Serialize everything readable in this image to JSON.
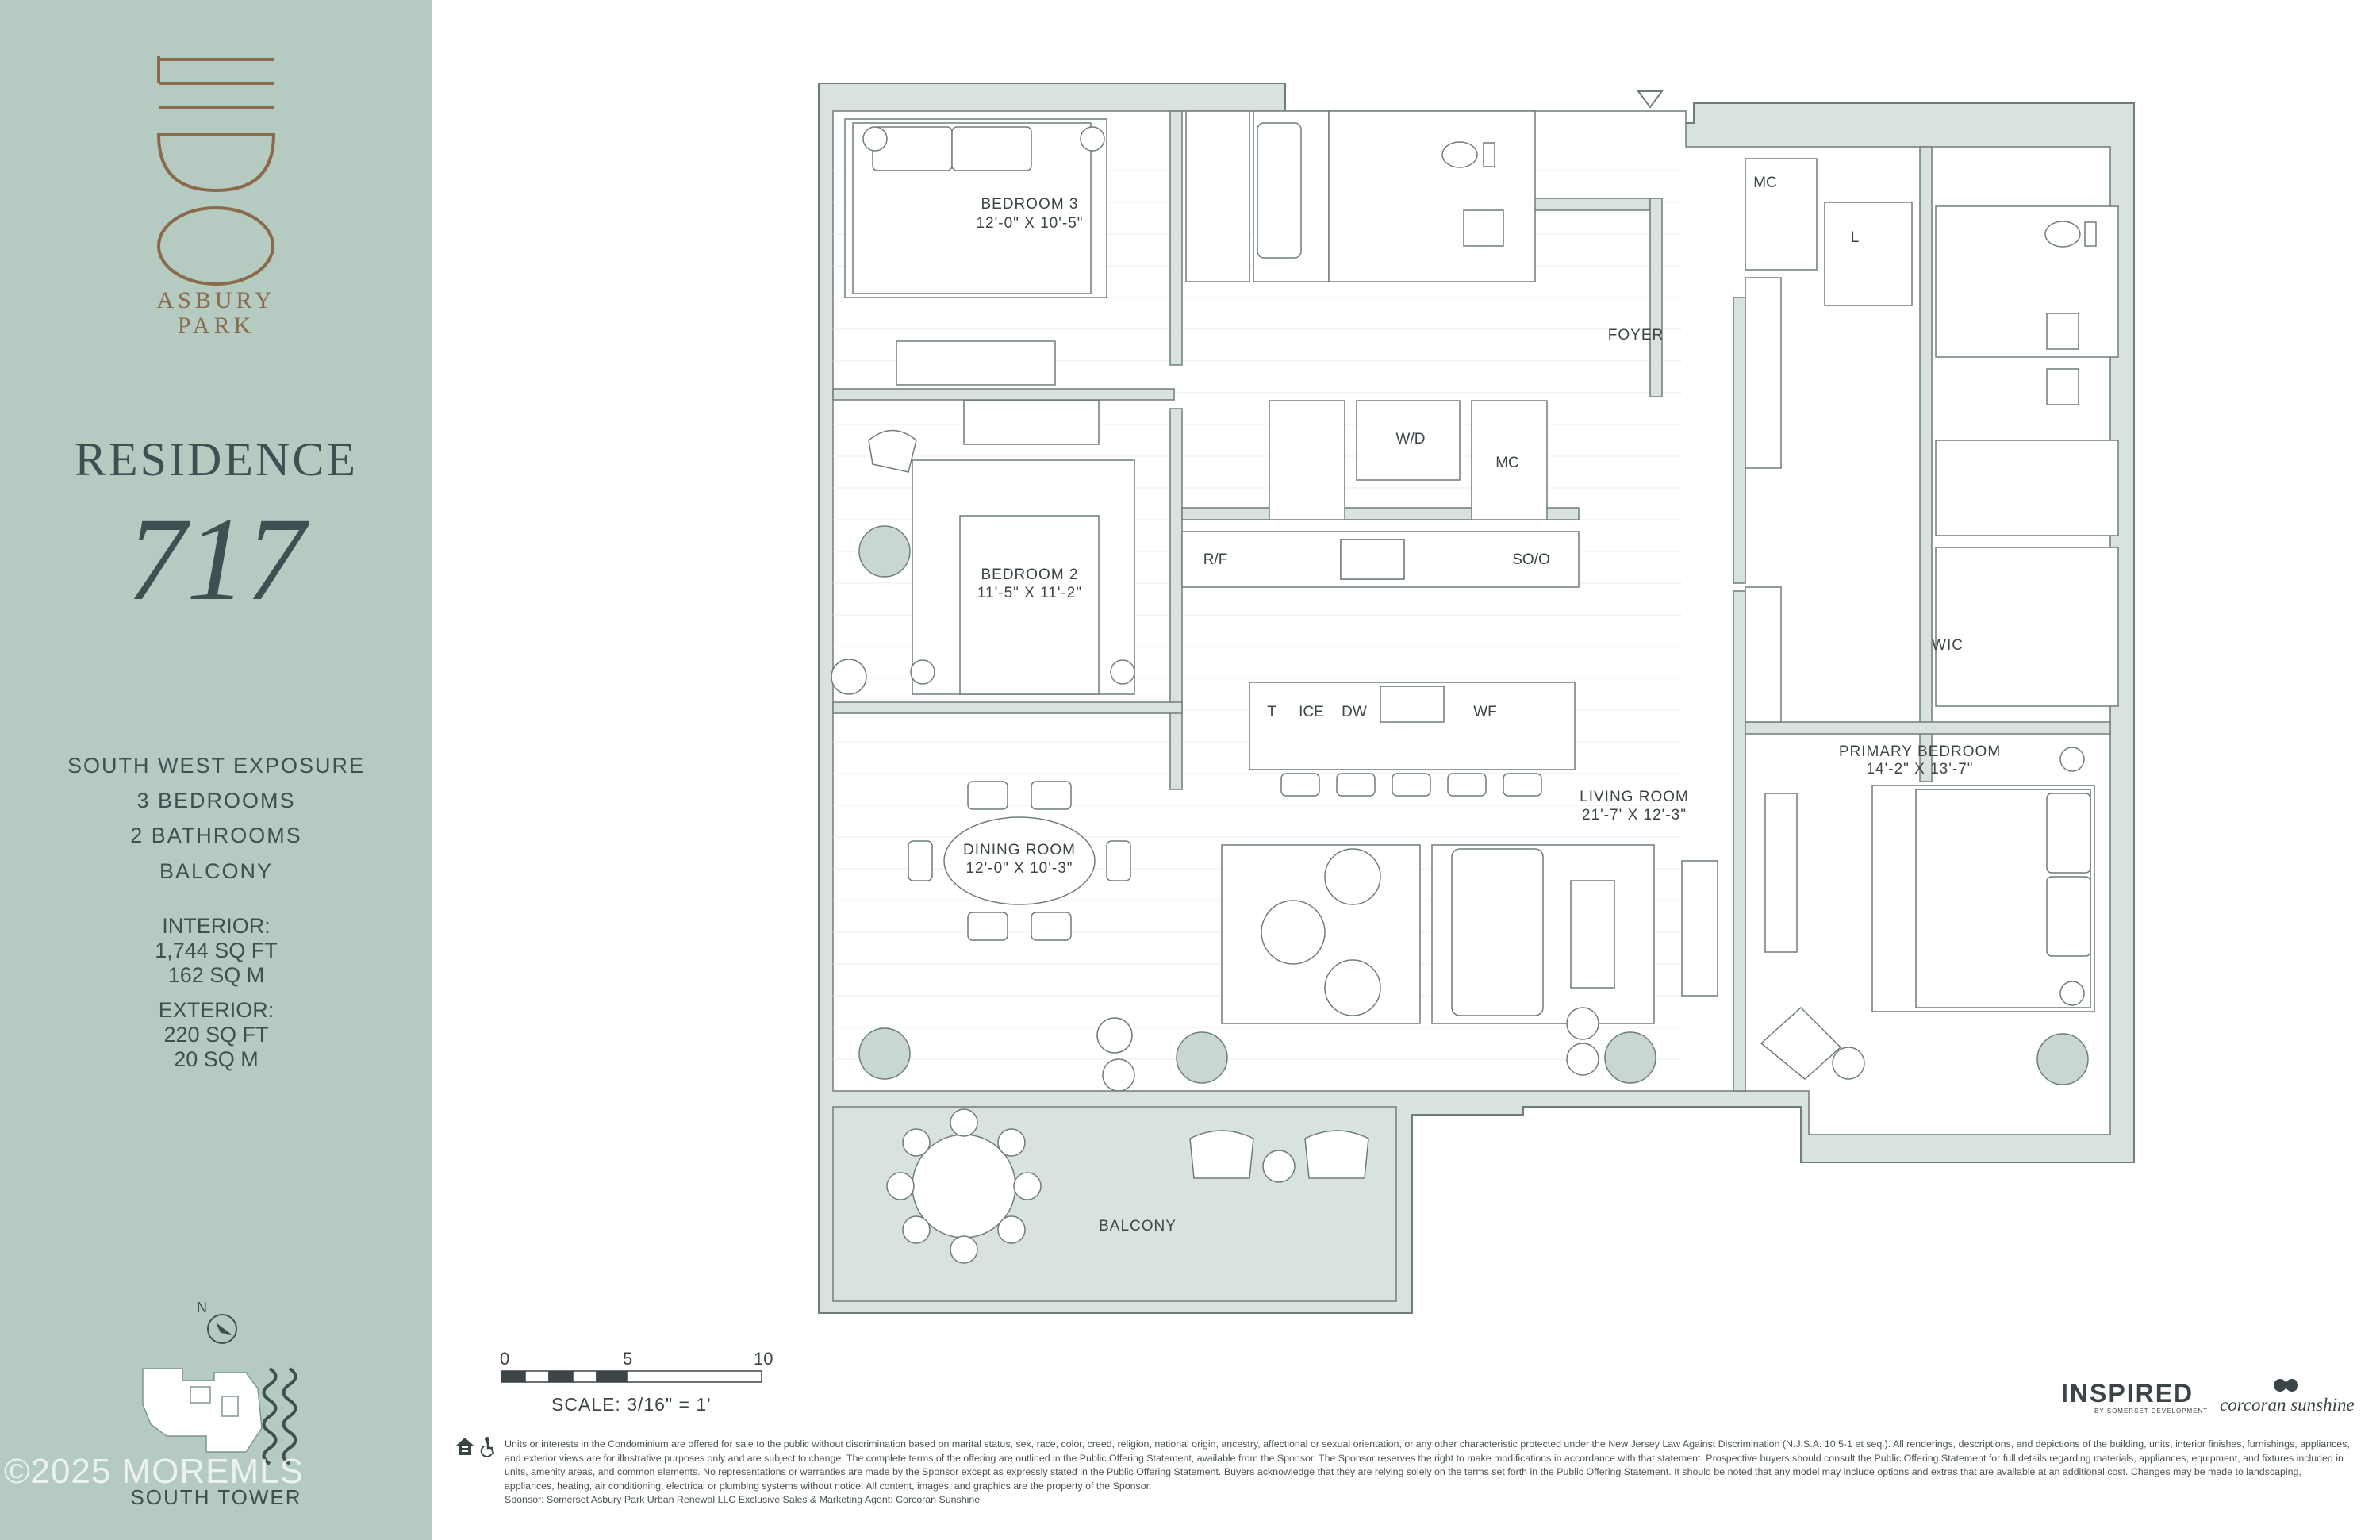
{
  "brand": {
    "logo_text": "LIDO",
    "logo_subtitle_line1": "ASBURY",
    "logo_subtitle_line2": "PARK",
    "accent_color": "#8a6a4a",
    "sidebar_color": "#b5cbc2"
  },
  "residence": {
    "label": "RESIDENCE",
    "number": "717"
  },
  "features": [
    "SOUTH WEST EXPOSURE",
    "3 BEDROOMS",
    "2 BATHROOMS",
    "BALCONY"
  ],
  "interior": {
    "label": "INTERIOR:",
    "sqft": "1,744 SQ FT",
    "sqm": "162 SQ M"
  },
  "exterior": {
    "label": "EXTERIOR:",
    "sqft": "220 SQ FT",
    "sqm": "20 SQ M"
  },
  "site_map": {
    "north_label": "N",
    "tower_label": "SOUTH TOWER"
  },
  "watermark": "©2025 MOREMLS",
  "rooms": {
    "bedroom3": {
      "name": "BEDROOM 3",
      "dims": "12'-0\" X 10'-5\""
    },
    "bedroom2": {
      "name": "BEDROOM 2",
      "dims": "11'-5\" X 11'-2\""
    },
    "dining": {
      "name": "DINING ROOM",
      "dims": "12'-0\" X 10'-3\""
    },
    "living": {
      "name": "LIVING ROOM",
      "dims": "21'-7' X 12'-3\""
    },
    "primary": {
      "name": "PRIMARY BEDROOM",
      "dims": "14'-2\" X 13'-7\""
    },
    "foyer": "FOYER",
    "balcony": "BALCONY",
    "wic": "WIC"
  },
  "appliances": {
    "mc_foyer": "MC",
    "laundry": "L",
    "wd": "W/D",
    "mc_kitchen": "MC",
    "rf": "R/F",
    "soo": "SO/O",
    "trash": "T",
    "ice": "ICE",
    "dw": "DW",
    "wf": "WF"
  },
  "scale": {
    "tick0": "0",
    "tick5": "5",
    "tick10": "10",
    "text": "SCALE: 3/16\" = 1'"
  },
  "brands_footer": {
    "inspired": "INSPIRED",
    "inspired_sub": "BY SOMERSET DEVELOPMENT",
    "corcoran": "corcoran sunshine"
  },
  "disclaimer": "Units or interests in the Condominium are offered for sale to the public without discrimination based on marital status, sex, race, color, creed, religion, national origin, ancestry, affectional or sexual orientation, or any other characteristic protected under the New Jersey Law Against Discrimination (N.J.S.A. 10:5-1 et seq.). All renderings, descriptions, and depictions of the building, units, interior finishes, furnishings, appliances, and exterior views are for illustrative purposes only and are subject to change. The complete terms of the offering are outlined in the Public Offering Statement, available from the Sponsor. The Sponsor reserves the right to make modifications in accordance with that statement. Prospective buyers should consult the Public Offering Statement for full details regarding materials, appliances, equipment, and fixtures included in units, amenity areas, and common elements. No representations or warranties are made by the Sponsor except as expressly stated in the Public Offering Statement. Buyers acknowledge that they are relying solely on the terms set forth in the Public Offering Statement. It should be noted that any model may include options and extras that are available at an additional cost. Changes may be made to landscaping, appliances, heating, air conditioning, electrical or plumbing systems without notice. All content, images, and graphics are the property of the Sponsor.",
  "sponsor": "Sponsor: Somerset Asbury Park Urban Renewal LLC Exclusive Sales & Marketing Agent: Corcoran Sunshine"
}
